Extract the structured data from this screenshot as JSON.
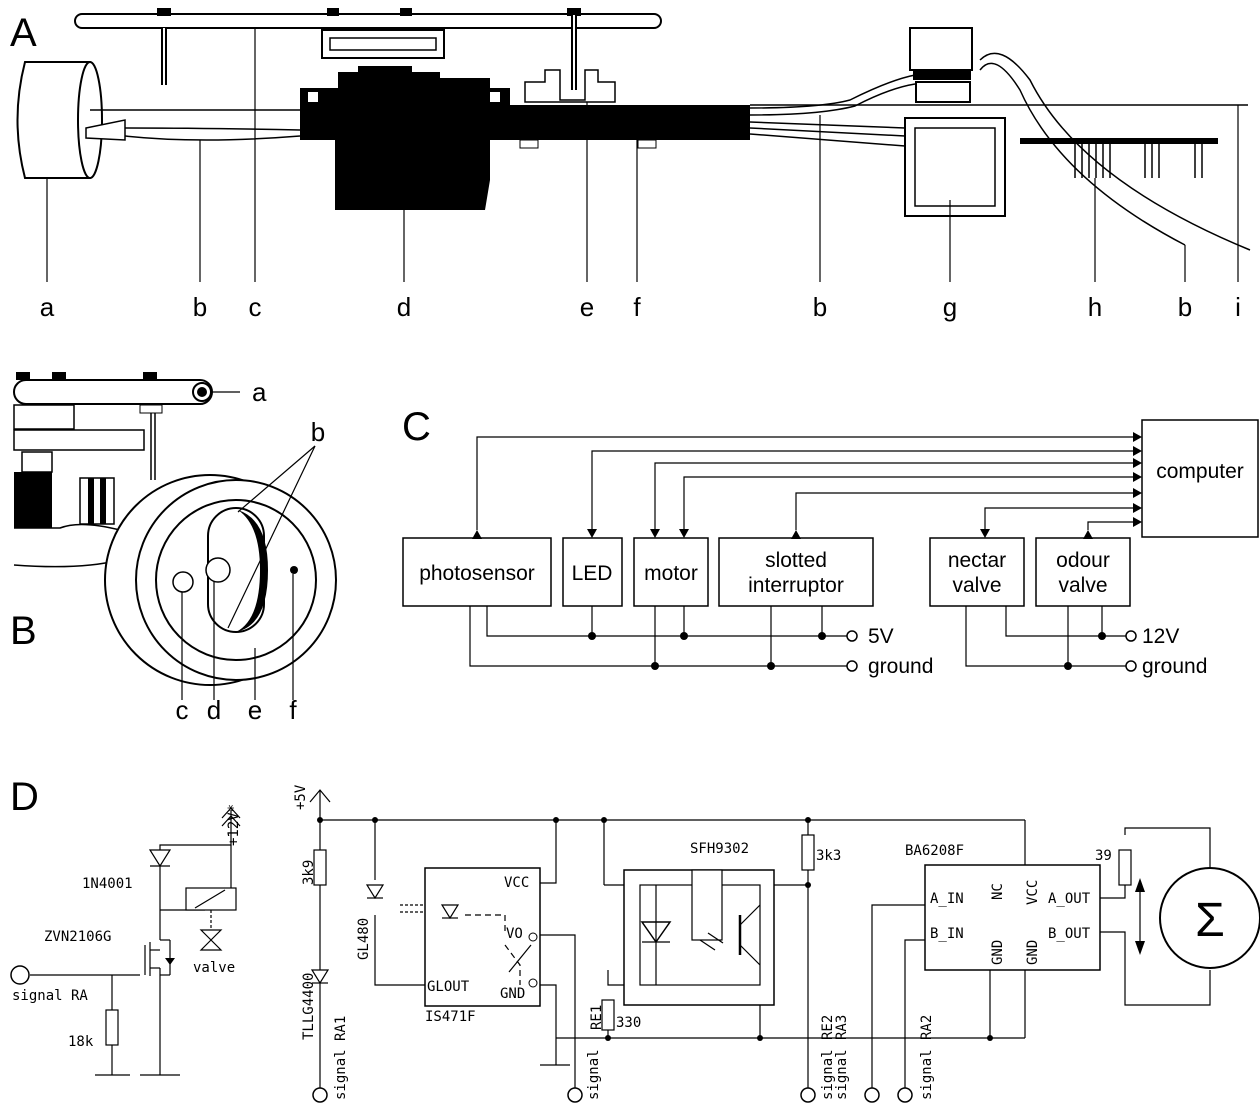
{
  "panels": {
    "A": "A",
    "B": "B",
    "C": "C",
    "D": "D"
  },
  "panel_a_labels": [
    "a",
    "b",
    "c",
    "d",
    "e",
    "f",
    "b",
    "g",
    "h",
    "b",
    "i"
  ],
  "panel_b_labels": {
    "a": "a",
    "b": "b",
    "c": "c",
    "d": "d",
    "e": "e",
    "f": "f"
  },
  "panel_c": {
    "computer": "computer",
    "photosensor": "photosensor",
    "led": "LED",
    "motor": "motor",
    "slotted_1": "slotted",
    "slotted_2": "interruptor",
    "nectar_1": "nectar",
    "nectar_2": "valve",
    "odour_1": "odour",
    "odour_2": "valve",
    "v5": "5V",
    "ground1": "ground",
    "v12": "12V",
    "ground2": "ground"
  },
  "panel_d": {
    "v12": "+12V*",
    "diode": "1N4001",
    "mosfet": "ZVN2106G",
    "valve": "valve",
    "signal_ra": "signal RA",
    "r18k": "18k",
    "v5": "+5V",
    "r3k9": "3k9",
    "tllg": "TLLG4400",
    "signal_ra1": "signal RA1",
    "gl480": "GL480",
    "vcc": "VCC",
    "vo": "VO",
    "glout": "GLOUT",
    "gnd": "GND",
    "is471f": "IS471F",
    "sfh": "SFH9302",
    "r3k3": "3k3",
    "re1": "RE1",
    "r330": "330",
    "signal_re1": "signal",
    "re2": "RE2",
    "ra3": "RA3",
    "signal_re2": "signal",
    "signal_ra3": "signal",
    "ba": "BA6208F",
    "a_in": "A_IN",
    "b_in": "B_IN",
    "nc": "NC",
    "vcc2": "VCC",
    "gnd_a": "GND",
    "gnd_b": "GND",
    "a_out": "A_OUT",
    "b_out": "B_OUT",
    "r39": "39",
    "ra2": "RA2",
    "signal_ra2": "signal",
    "sigma": "Σ"
  }
}
